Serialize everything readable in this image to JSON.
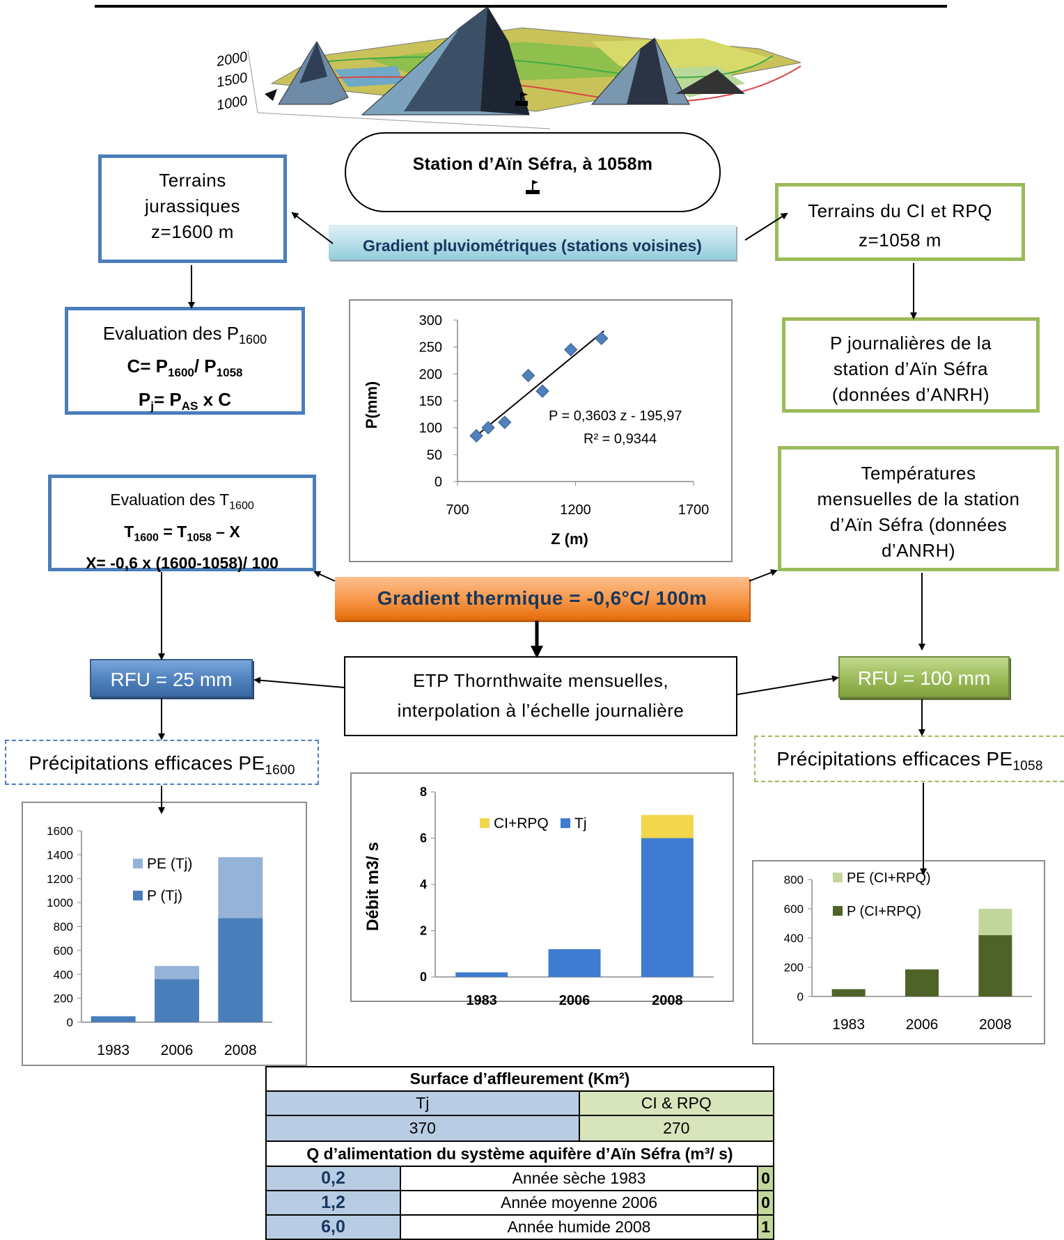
{
  "terrain": {
    "elev_labels": [
      "2000",
      "1500",
      "1000"
    ]
  },
  "station": {
    "label": "Station d’Aïn Séfra, à 1058m"
  },
  "jurassic_box": {
    "line1": "Terrains",
    "line2": "jurassiques",
    "line3": "z=1600 m"
  },
  "pluvio_banner": {
    "label": "Gradient pluviométriques (stations voisines)"
  },
  "ci_box": {
    "line1": "Terrains du CI et RPQ",
    "line2": "z=1058 m"
  },
  "eval_p": {
    "line1": "Evaluation des P",
    "line1_sub": "1600",
    "line2_a": "C= P",
    "line2_a_sub": "1600",
    "line2_b": "/ P",
    "line2_b_sub": "1058",
    "line3_a": "P",
    "line3_a_sub": "j",
    "line3_b": "= P",
    "line3_b_sub": "AS",
    "line3_c": " x C"
  },
  "p_daily_box": {
    "line1": "P journalières de la",
    "line2": "station d’Aïn Séfra",
    "line3": "(données d’ANRH)"
  },
  "eval_t": {
    "line1": "Evaluation des T",
    "line1_sub": "1600",
    "line2_a": "T",
    "line2_a_sub": "1600",
    "line2_b": " = T",
    "line2_b_sub": "1058",
    "line2_c": " – X",
    "line3": "X= -0,6 x (1600-1058)/ 100"
  },
  "temp_box": {
    "line1": "Températures",
    "line2": "mensuelles de la station",
    "line3": "d’Aïn Séfra (données",
    "line4": "d’ANRH)"
  },
  "thermal_banner": {
    "label": "Gradient thermique = -0,6°C/ 100m"
  },
  "etp_box": {
    "line1": "ETP Thornthwaite mensuelles,",
    "line2": "interpolation à l’échelle journalière"
  },
  "rfu_left": {
    "label": "RFU = 25 mm"
  },
  "rfu_right": {
    "label": "RFU = 100 mm"
  },
  "pe_left": {
    "label": "Précipitations efficaces PE",
    "sub": "1600"
  },
  "pe_right": {
    "label": "Précipitations efficaces PE",
    "sub": "1058"
  },
  "colors": {
    "blue_border": "#4a7ebb",
    "green_border": "#9bbb59",
    "orange": "#f79646",
    "light_blue": "#b7dee8",
    "dark_green": "#4f6228",
    "light_green": "#c3d69b"
  },
  "chart_data": [
    {
      "type": "scatter",
      "xlabel": "Z (m)",
      "ylabel": "P(mm)",
      "xlim": [
        700,
        1700
      ],
      "ylim": [
        0,
        300
      ],
      "xticks": [
        "700",
        "1200",
        "1700"
      ],
      "yticks": [
        "0",
        "50",
        "100",
        "150",
        "200",
        "250",
        "300"
      ],
      "points": [
        {
          "x": 780,
          "y": 85
        },
        {
          "x": 830,
          "y": 100
        },
        {
          "x": 900,
          "y": 110
        },
        {
          "x": 1000,
          "y": 197
        },
        {
          "x": 1060,
          "y": 168
        },
        {
          "x": 1180,
          "y": 245
        },
        {
          "x": 1310,
          "y": 266
        }
      ],
      "trendline": {
        "x": [
          770,
          1320
        ],
        "y": [
          81.5,
          279.6
        ]
      },
      "equation": "P = 0,3603 z - 195,97",
      "r2": "R² = 0,9344"
    },
    {
      "type": "bar",
      "stacked": true,
      "categories": [
        "1983",
        "2006",
        "2008"
      ],
      "ylim": [
        0,
        1600
      ],
      "yticks": [
        "0",
        "200",
        "400",
        "600",
        "800",
        "1000",
        "1200",
        "1400",
        "1600"
      ],
      "series": [
        {
          "name": "P (Tj)",
          "values": [
            50,
            360,
            870
          ],
          "color": "#4a7ebb"
        },
        {
          "name": "PE (Tj)",
          "values": [
            0,
            110,
            510
          ],
          "color": "#95b3d7"
        }
      ],
      "legend": "top-left"
    },
    {
      "type": "bar",
      "stacked": true,
      "categories": [
        "1983",
        "2006",
        "2008"
      ],
      "ylabel": "Débit  m3/ s",
      "ylim": [
        0,
        8
      ],
      "yticks": [
        "0",
        "2",
        "4",
        "6",
        "8"
      ],
      "series": [
        {
          "name": "Tj",
          "values": [
            0.2,
            1.2,
            6.0
          ],
          "color": "#3f7bd0"
        },
        {
          "name": "CI+RPQ",
          "values": [
            0,
            0,
            1.0
          ],
          "color": "#f2d64b"
        }
      ],
      "legend": "top-left"
    },
    {
      "type": "bar",
      "stacked": true,
      "categories": [
        "1983",
        "2006",
        "2008"
      ],
      "ylim": [
        0,
        800
      ],
      "yticks": [
        "0",
        "200",
        "400",
        "600",
        "800"
      ],
      "series": [
        {
          "name": "P (CI+RPQ)",
          "values": [
            50,
            185,
            420
          ],
          "color": "#4f6228"
        },
        {
          "name": "PE (CI+RPQ)",
          "values": [
            0,
            0,
            180
          ],
          "color": "#c3d69b"
        }
      ],
      "legend": "top-left"
    }
  ],
  "table": {
    "surface_title": "Surface d’affleurement (Km²)",
    "col_tj": "Tj",
    "col_ci": "CI & RPQ",
    "val_tj": "370",
    "val_ci": "270",
    "q_title": "Q d’alimentation du système aquifère d’Aïn Séfra (m³/ s)",
    "rows": [
      {
        "tj": "0,2",
        "label": "Année sèche 1983",
        "ci": "0"
      },
      {
        "tj": "1,2",
        "label": "Année moyenne 2006",
        "ci": "0"
      },
      {
        "tj": "6,0",
        "label": "Année humide 2008",
        "ci": "1"
      }
    ]
  }
}
